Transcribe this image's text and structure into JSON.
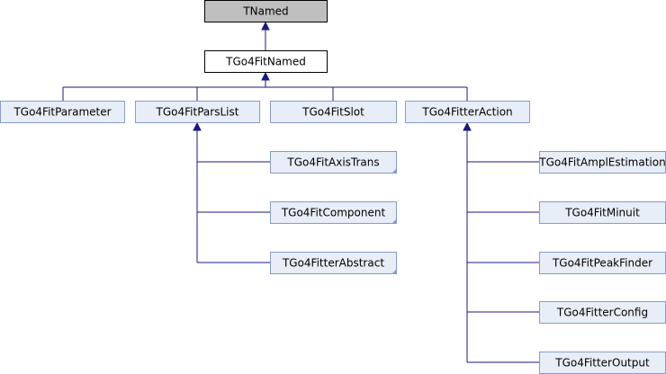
{
  "colors": {
    "edge": "#19197f",
    "root_fill": "#bfbfbf",
    "plain_fill": "#ffffff",
    "class_fill": "#e8eef7",
    "class_border": "#8a9ac9"
  },
  "nodes": {
    "tnamed": "TNamed",
    "tgo4fitnamed": "TGo4FitNamed",
    "tgo4fitparameter": "TGo4FitParameter",
    "tgo4fitparslist": "TGo4FitParsList",
    "tgo4fitslot": "TGo4FitSlot",
    "tgo4fitteraction": "TGo4FitterAction",
    "tgo4fitaxistrans": "TGo4FitAxisTrans",
    "tgo4fitcomponent": "TGo4FitComponent",
    "tgo4fitterabstract": "TGo4FitterAbstract",
    "tgo4fitamplestimation": "TGo4FitAmplEstimation",
    "tgo4fitminuit": "TGo4FitMinuit",
    "tgo4fitpeakfinder": "TGo4FitPeakFinder",
    "tgo4fitterconfig": "TGo4FitterConfig",
    "tgo4fitteroutput": "TGo4FitterOutput"
  },
  "edges": [
    {
      "from": "tgo4fitnamed",
      "to": "tnamed"
    },
    {
      "from": "tgo4fitparameter",
      "to": "tgo4fitnamed"
    },
    {
      "from": "tgo4fitparslist",
      "to": "tgo4fitnamed"
    },
    {
      "from": "tgo4fitslot",
      "to": "tgo4fitnamed"
    },
    {
      "from": "tgo4fitteraction",
      "to": "tgo4fitnamed"
    },
    {
      "from": "tgo4fitaxistrans",
      "to": "tgo4fitparslist"
    },
    {
      "from": "tgo4fitcomponent",
      "to": "tgo4fitparslist"
    },
    {
      "from": "tgo4fitterabstract",
      "to": "tgo4fitparslist"
    },
    {
      "from": "tgo4fitamplestimation",
      "to": "tgo4fitteraction"
    },
    {
      "from": "tgo4fitminuit",
      "to": "tgo4fitteraction"
    },
    {
      "from": "tgo4fitpeakfinder",
      "to": "tgo4fitteraction"
    },
    {
      "from": "tgo4fitterconfig",
      "to": "tgo4fitteraction"
    },
    {
      "from": "tgo4fitteroutput",
      "to": "tgo4fitteraction"
    }
  ]
}
